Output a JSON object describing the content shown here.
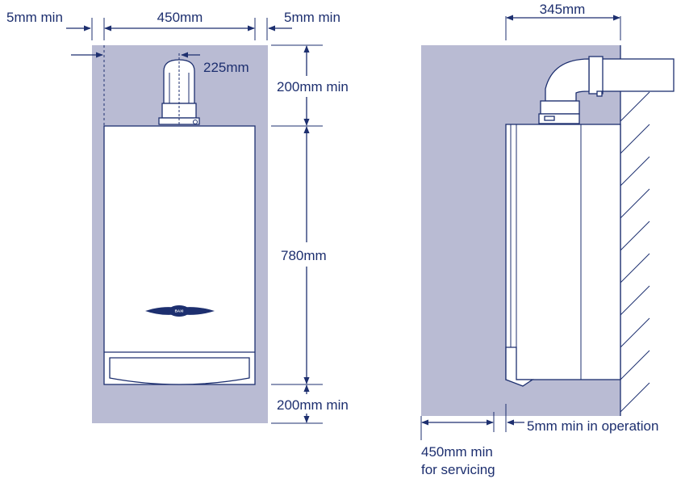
{
  "colors": {
    "ink": "#1d2f6f",
    "clearance_zone": "#b9bbd3",
    "background": "#ffffff"
  },
  "front_view": {
    "labels": {
      "left_clearance": "5mm min",
      "width": "450mm",
      "right_clearance": "5mm min",
      "flue_offset": "225mm",
      "top_clearance": "200mm min",
      "height": "780mm",
      "bottom_clearance": "200mm min"
    },
    "brand": "BAXI"
  },
  "side_view": {
    "labels": {
      "flue_projection": "345mm",
      "front_operation_clearance": "5mm min in operation",
      "front_servicing_clearance_line1": "450mm min",
      "front_servicing_clearance_line2": "for servicing"
    }
  }
}
